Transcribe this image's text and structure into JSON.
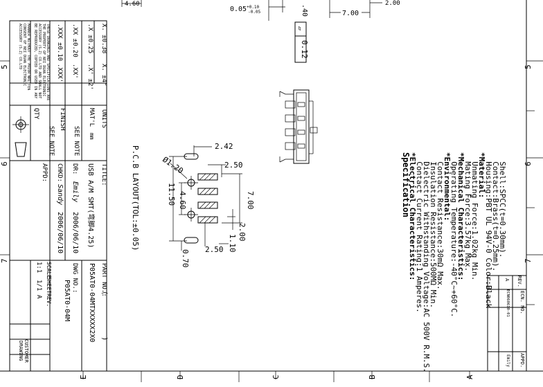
{
  "top_dims": {
    "left": "4.60",
    "center": "0.05+0.10-0.05",
    "center_tol_hi": "+0.10",
    "center_tol_lo": "-0.05",
    "right_a": ".40",
    "right_b": "7.00",
    "right_c": "2.00"
  },
  "flatness": {
    "symbol": "▱",
    "value": "0.12"
  },
  "tolerances": {
    "rows": [
      {
        "decimal": "X. ±0.38",
        "angle": "X. ±4°"
      },
      {
        "decimal": ".X ±0.25",
        "angle": ".X' ±2'"
      },
      {
        "decimal": ".XX ±0.20",
        "angle": ".XX'"
      },
      {
        "decimal": ".XXX ±0.10",
        "angle": ".XXX'"
      }
    ],
    "notice": [
      "THESE DRAWINGS AND SPECIFICATIONS ARE",
      "THE PROPERTY OF NEI DUAN ELECTRONIC",
      "ACCESSORY (S.Z) CO.LTD AND SHALL NOT",
      "BE REPRODUCED, COPIED OR USED IN ANY",
      "MANNER WITHOUT THE PRIOR WRITTEN",
      "CONSENT OF NEI DUAN ELECTRONIC",
      "ACCESSORY (S.Z) CO.LTD"
    ]
  },
  "title_block": {
    "units_label": "UNITS",
    "units_value": "mm",
    "matl_label": "MAT'L",
    "matl_value": "SEE NOTE",
    "finish_label": "FINISH",
    "finish_value": "SEE NOTE",
    "qty_label": "QTY",
    "title_label": "TITLE:",
    "title_value": "USB A/M SMT(弯脚4.25)",
    "drn_label": "DR:",
    "drn_sig": "Emily",
    "drn_date": "2006/06/10",
    "chkd_label": "CHKD:",
    "chkd_sig": "Sandy",
    "chkd_date": "2006/06/10",
    "appd_label": "APPD:",
    "part_no_label": "PART NO.:",
    "part_no_paren": "(          )",
    "part_no_value": "P05AT0-04MTXXXXX2X0",
    "dwg_no_label": "DWG NO.:",
    "dwg_no_value": "P05AT0-04M",
    "scale_label": "SCALE",
    "scale_value": "1:1",
    "sheet_label": "SHEET",
    "sheet_value": "1/1",
    "rev_label": "REV.",
    "rev_value": "A",
    "customer_label": "CUSTOMER",
    "drawing_label": "DRAWING"
  },
  "revision": {
    "headers": [
      "REV.",
      "ECN. NO.",
      "APPD."
    ],
    "row": [
      "A",
      "ECN060610-01",
      "Emily"
    ]
  },
  "pcb": {
    "caption": "P.C.B LAYOUT(TOL:±0.05)",
    "dims": [
      "2.42",
      "2.50",
      "Ø1.20",
      "4.60",
      "11.50",
      "7.00",
      "2.00",
      "1.10",
      "2.50",
      "0.70"
    ]
  },
  "spec": {
    "title": "Specification",
    "lines": [
      "*Electrical Characteristics:",
      "  Contact Current Rating:1 Amperes.",
      "  Dielectric Withstanding Voltage:AC 500V R.M.S.",
      "  Insulation Resistance:500MΩ Min.",
      "  Contact Resistance:30mΩ Max.",
      "*Environmental:",
      "  Operating Temperature:-40°C~+60°C.",
      "*Mechanical Characteristics:",
      "  Mating Force:3.57kg Max.",
      "  Unmating Force:1.02kg Min.",
      "*Material:",
      "  Housing:PBT UL 94V-0 Color:Black",
      "  Contact:Brass(t=0.25mm).",
      "  Shell:SPCC(t=0.30mm)."
    ]
  },
  "zones": {
    "right": [
      "5",
      "6",
      "7"
    ],
    "left": [
      "5",
      "6",
      "7"
    ],
    "bottom": [
      "E",
      "D",
      "C",
      "B",
      "A"
    ]
  }
}
